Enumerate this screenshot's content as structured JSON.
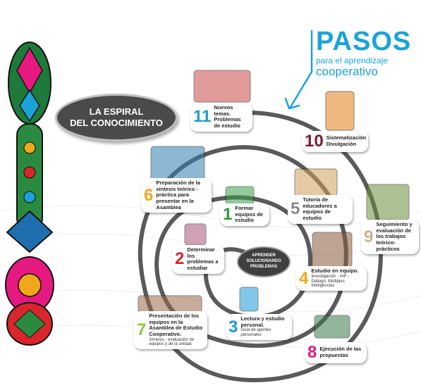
{
  "title": "LA ESPIRAL\nDEL CONOCIMIENTO",
  "header": {
    "word": "PASOS",
    "line1": "para el aprendizaje",
    "line2": "cooperativo"
  },
  "center": "APRENDER\nSOLUCIONANDO\nPROBLEMAS",
  "colors": {
    "accent": "#1aa3d9",
    "spiral": "#555555",
    "title_oval": "#4a4a4a"
  },
  "steps": [
    {
      "number": "1",
      "color": "#2e9a3a",
      "text": "Formar equipos de estudio",
      "sub": ""
    },
    {
      "number": "2",
      "color": "#d9262c",
      "text": "Determinar los problemas a estudiar",
      "sub": ""
    },
    {
      "number": "3",
      "color": "#1f9ad6",
      "text": "Lectura y estudio personal.",
      "sub": "Guía de aportes personales"
    },
    {
      "number": "4",
      "color": "#f2a71b",
      "text": "Estudio en equipo.",
      "sub": "Investigación - IAP - Diálogo. Múltiples inteligencias"
    },
    {
      "number": "5",
      "color": "#8c8c8c",
      "text": "Tutoría de educadores a equipos de estudio",
      "sub": ""
    },
    {
      "number": "6",
      "color": "#f2a71b",
      "text": "Preparación de la síntesis teórico - práctica para presentar en la Asamblea",
      "sub": ""
    },
    {
      "number": "7",
      "color": "#8dc63f",
      "text": "Presentación de los equipos en la Asamblea de Estudio Cooperativo.",
      "sub": "Síntesis - evaluación de equipos y de la unidad"
    },
    {
      "number": "8",
      "color": "#e5197f",
      "text": "Ejecución de las propuestas",
      "sub": ""
    },
    {
      "number": "9",
      "color": "#c9b48a",
      "text": "Seguimiento y evaluación de los trabajos teórico-prácticos",
      "sub": ""
    },
    {
      "number": "10",
      "color": "#7a1b33",
      "text": "Sistematización Divulgación",
      "sub": ""
    },
    {
      "number": "11",
      "color": "#1f9ad6",
      "text": "Nuevos temas. Problemas de estudio",
      "sub": ""
    }
  ]
}
